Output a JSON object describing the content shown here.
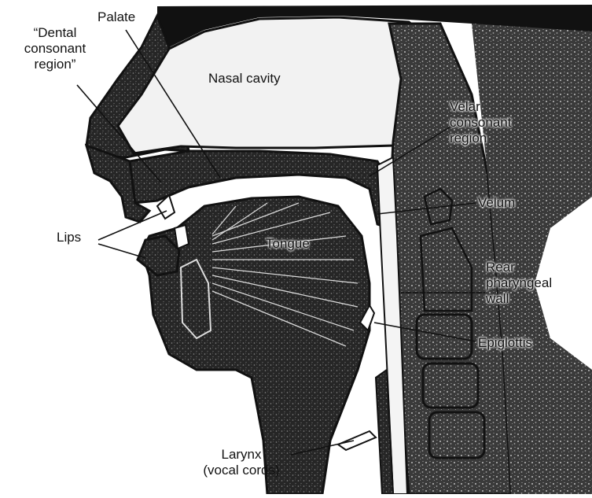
{
  "labels": {
    "palate": "Palate",
    "dental_line1": "“Dental",
    "dental_line2": "consonant",
    "dental_line3": "region”",
    "nasal_cavity": "Nasal cavity",
    "velar_line1": "Velar",
    "velar_line2": "consonant",
    "velar_line3": "region",
    "velum": "Velum",
    "lips": "Lips",
    "tongue": "Tongue",
    "rear_line1": "Rear",
    "rear_line2": "pharyngeal",
    "rear_line3": "wall",
    "epiglottis": "Epiglottis",
    "larynx_line1": "Larynx",
    "larynx_line2": "(vocal cords)"
  },
  "colors": {
    "tissue": "#1c1c1c",
    "background": "#ffffff",
    "ink": "#111111"
  }
}
